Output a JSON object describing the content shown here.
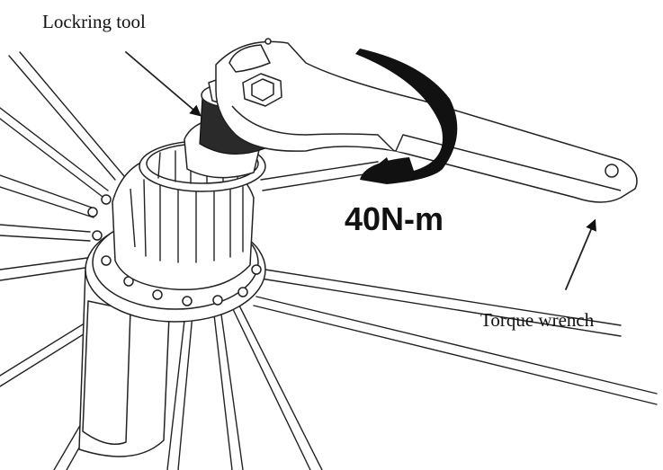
{
  "labels": {
    "lockring_tool": "Lockring tool",
    "torque_wrench": "Torque wrench",
    "torque_value": "40N-m"
  },
  "colors": {
    "line": "#222222",
    "background": "#ffffff"
  }
}
